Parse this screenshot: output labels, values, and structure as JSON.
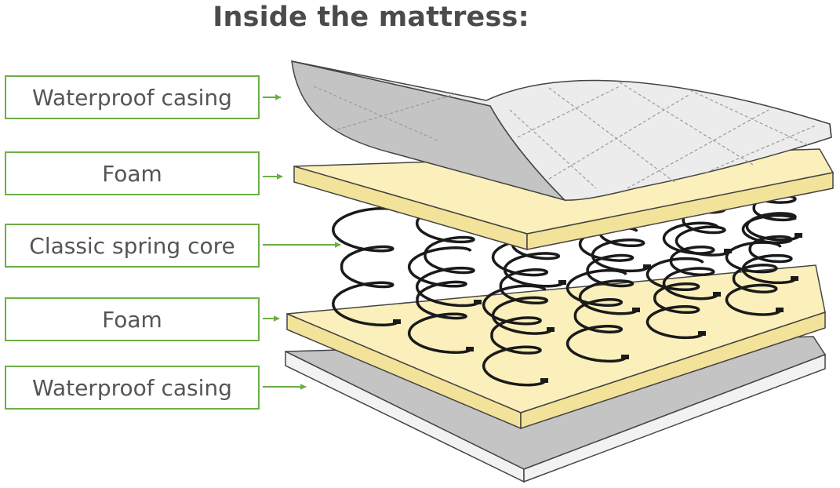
{
  "title": "Inside the mattress:",
  "layers": [
    {
      "label": "Waterproof casing"
    },
    {
      "label": "Foam"
    },
    {
      "label": "Classic spring core"
    },
    {
      "label": "Foam"
    },
    {
      "label": "Waterproof casing"
    }
  ],
  "colors": {
    "title": "#4b4b4b",
    "label_text": "#555555",
    "box_border": "#6cae47",
    "arrow": "#6cae47",
    "foam_top": "#fbf0bb",
    "foam_side": "#f3e29a",
    "casing_top": "#ebebeb",
    "casing_underside": "#c4c4c4",
    "base_top": "#c4c4c4",
    "spring": "#1a1a1a"
  }
}
